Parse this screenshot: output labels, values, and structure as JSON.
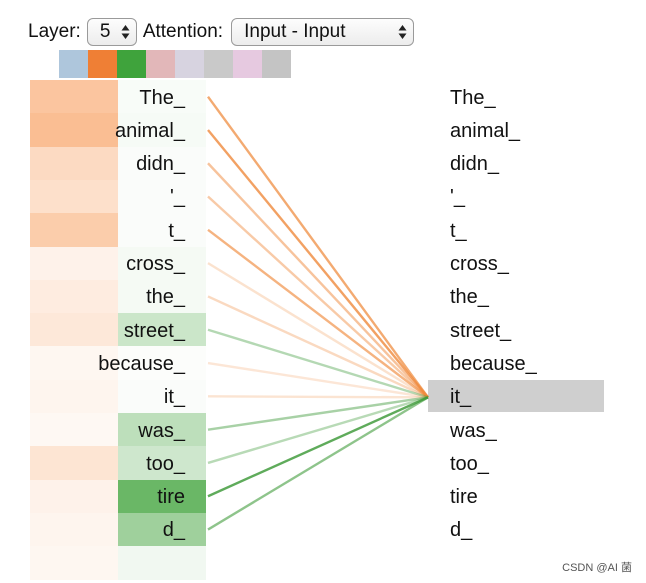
{
  "controls": {
    "layer_label": "Layer:",
    "layer_value": "5",
    "attention_label": "Attention:",
    "attention_value": "Input - Input"
  },
  "head_colors": [
    "#aec6dc",
    "#ef7f35",
    "#3fa33c",
    "#e2b7b9",
    "#d7d3e0",
    "#c9c9c9",
    "#e6c9e0",
    "#c4c4c4"
  ],
  "selected_index": 9,
  "tokens_left": [
    "The_",
    "animal_",
    "didn_",
    "'_",
    "t_",
    "cross_",
    "the_",
    "street_",
    "because_",
    "it_",
    "was_",
    "too_",
    "tire",
    "d_"
  ],
  "tokens_right": [
    "The_",
    "animal_",
    "didn_",
    "'_",
    "t_",
    "cross_",
    "the_",
    "street_",
    "because_",
    "it_",
    "was_",
    "too_",
    "tire",
    "d_"
  ],
  "orange_head_weights": [
    0.55,
    0.62,
    0.35,
    0.3,
    0.48,
    0.12,
    0.18,
    0.22,
    0.08,
    0.1,
    0.07,
    0.25,
    0.12,
    0.1,
    0.08
  ],
  "green_head_weights": [
    0.04,
    0.05,
    0.03,
    0.03,
    0.03,
    0.06,
    0.06,
    0.3,
    0.02,
    0.03,
    0.38,
    0.28,
    0.85,
    0.55,
    0.08
  ],
  "watermark": "CSDN @AI 菌"
}
